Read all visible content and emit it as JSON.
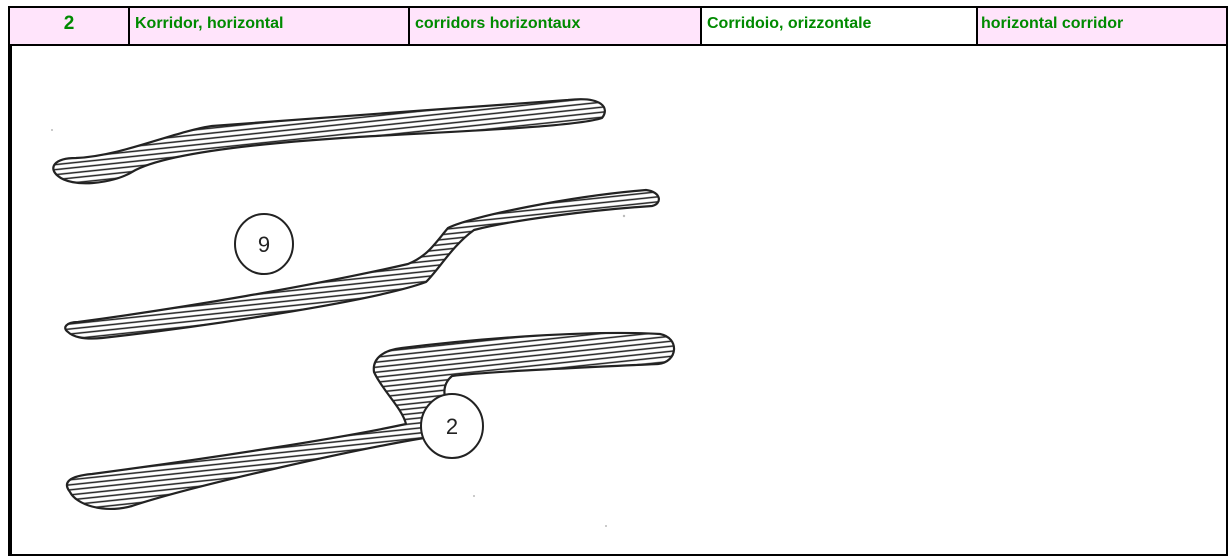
{
  "header": {
    "number": "2",
    "german": "Korridor, horizontal",
    "french": "corridors horizontaux",
    "italian": "Corridoio, orizzontale",
    "english": "horizontal corridor"
  },
  "figure": {
    "labels": [
      "9",
      "2"
    ]
  },
  "colors": {
    "header_bg": "#ffe4fb",
    "header_text": "#008a00",
    "highlight_cell_bg": "#ffffff"
  }
}
